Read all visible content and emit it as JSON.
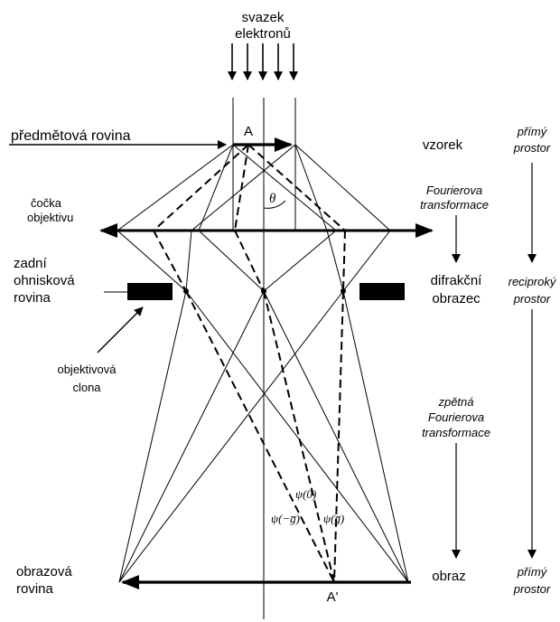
{
  "labels": {
    "beam": [
      "svazek",
      "elektronů"
    ],
    "object_plane": "předmětová rovina",
    "lens": [
      "čočka",
      "objektivu"
    ],
    "back_focal_plane": [
      "zadní",
      "ohnisková",
      "rovina"
    ],
    "aperture": [
      "objektivová",
      "clona"
    ],
    "image_plane": [
      "obrazová",
      "rovina"
    ],
    "point_A": "A",
    "point_A_prime": "A'",
    "theta": "θ",
    "psi_0": "ψ(0)",
    "psi_minus_g": "ψ(−g̅)",
    "psi_g": "ψ(g̅)"
  },
  "right_column": {
    "sample": "vzorek",
    "fourier": [
      "Fourierova",
      "transformace"
    ],
    "diffraction": [
      "difrakční",
      "obrazec"
    ],
    "inverse_fourier": [
      "zpětná",
      "Fourierova",
      "transformace"
    ],
    "image": "obraz"
  },
  "far_right_column": {
    "direct_space_top": [
      "přímý",
      "prostor"
    ],
    "reciprocal_space": [
      "reciproký",
      "prostor"
    ],
    "direct_space_bottom": [
      "přímý",
      "prostor"
    ]
  }
}
